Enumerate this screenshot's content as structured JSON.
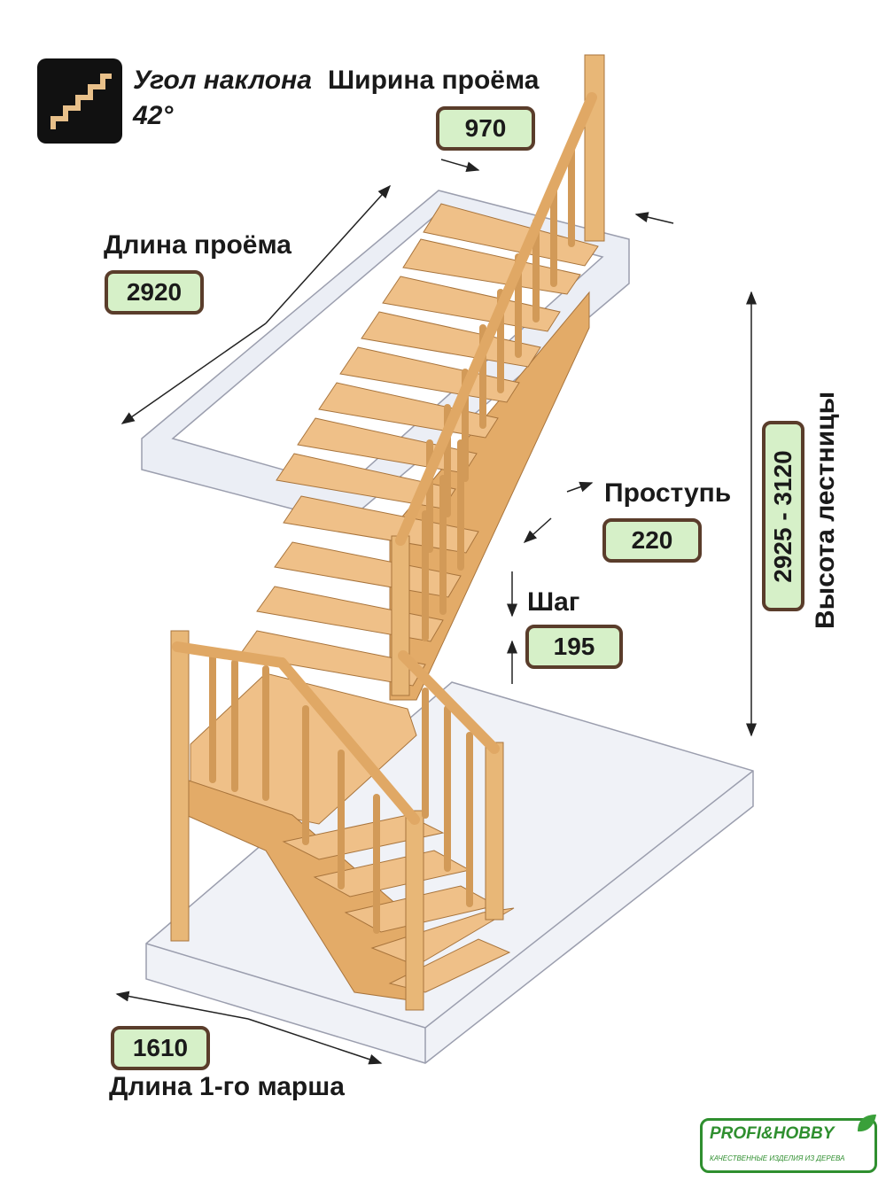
{
  "angle": {
    "label": "Угол наклона",
    "value": "42°"
  },
  "opening_width": {
    "label": "Ширина проёма",
    "value": "970"
  },
  "opening_length": {
    "label": "Длина проёма",
    "value": "2920"
  },
  "tread": {
    "label": "Проступь",
    "value": "220"
  },
  "step": {
    "label": "Шаг",
    "value": "195"
  },
  "stair_height": {
    "label": "Высота лестницы",
    "value": "2925 - 3120"
  },
  "first_flight": {
    "label": "Длина 1-го марша",
    "value": "1610"
  },
  "logo": {
    "name": "PROFI&HOBBY",
    "tagline": "КАЧЕСТВЕННЫЕ ИЗДЕЛИЯ ИЗ ДЕРЕВА"
  },
  "colors": {
    "wood": "#e8b777",
    "wood_dark": "#c98f4d",
    "value_bg": "#d6f0c8",
    "value_border": "#5a3d2b",
    "logo_green": "#2f8f2f"
  },
  "icons": [
    "stairs-icon",
    "leaf-icon"
  ]
}
